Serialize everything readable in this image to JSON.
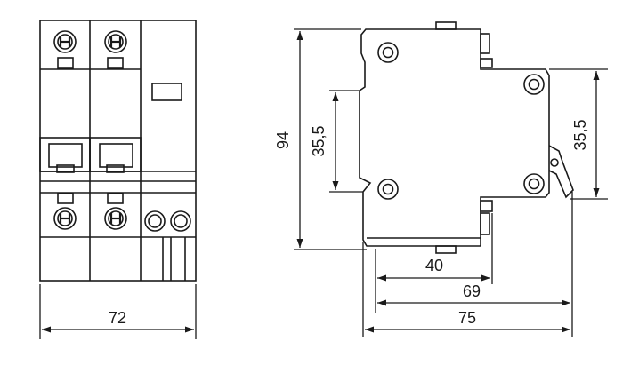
{
  "dimensions": {
    "front_width": "72",
    "height_total": "94",
    "height_left": "35,5",
    "height_right": "35,5",
    "depth_40": "40",
    "depth_69": "69",
    "depth_75": "75"
  },
  "colors": {
    "line": "#1a1a1a",
    "background": "#ffffff"
  },
  "icons": [
    "terminal-screw-icon",
    "arrowhead-icon"
  ]
}
